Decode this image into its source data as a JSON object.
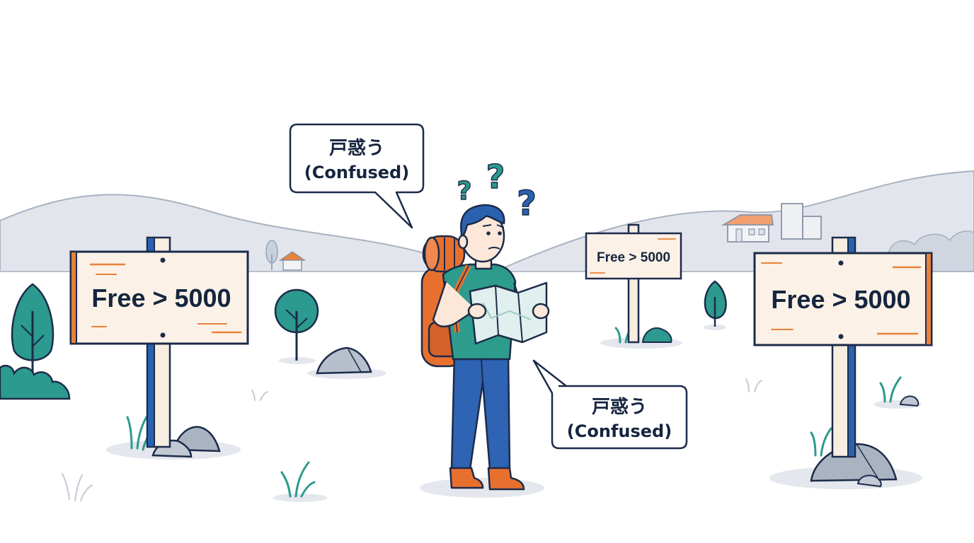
{
  "signs": [
    {
      "label": "Free > 5000"
    },
    {
      "label": "Free > 5000"
    },
    {
      "label": "Free > 5000"
    }
  ],
  "bubbles": [
    {
      "line1": "戸惑う",
      "line2": "(Confused)"
    },
    {
      "line1": "戸惑う",
      "line2": "(Confused)"
    }
  ],
  "question_mark": "?",
  "colors": {
    "outline": "#1c2b4a",
    "sign_face": "#fbf1e6",
    "sign_accent": "#e8823a",
    "post_blue": "#2a62b0",
    "teal": "#2c9a8e",
    "backpack": "#e8702f",
    "shirt": "#2d9c8c",
    "pants": "#2f63b3",
    "hills": "#dfe3ea",
    "ground_shadow": "#e6e9ef"
  }
}
